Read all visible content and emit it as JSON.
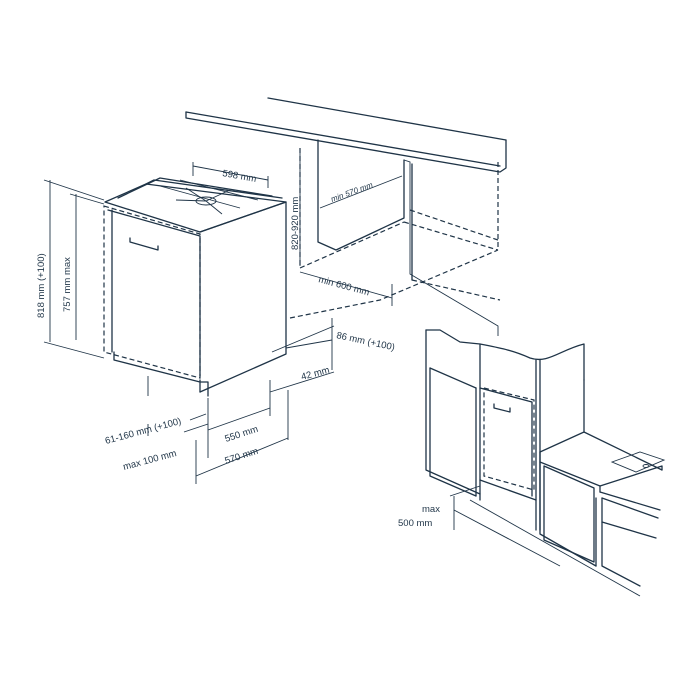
{
  "dimensions": {
    "width": "598 mm",
    "height_total": "818 mm (+100)",
    "height_max": "757 mm max",
    "niche_height": "820-920 mm",
    "niche_depth_min": "min 570 mm",
    "niche_width_min": "min 600 mm",
    "plinth_height": "86 mm (+100)",
    "plinth_depth": "42 mm",
    "foot_adjust": "61-160 mm (+100)",
    "plinth_max": "max 100 mm",
    "depth_550": "550 mm",
    "depth_570": "570 mm",
    "door_max_label": "max",
    "door_max_value": "500 mm"
  },
  "colors": {
    "line": "#1f3447"
  }
}
